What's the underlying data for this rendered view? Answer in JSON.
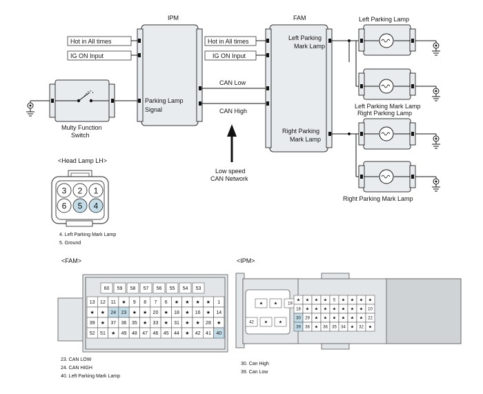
{
  "diagram": {
    "ipm_title": "IPM",
    "fam_title": "FAM",
    "hot_all_times_1": "Hot in All times",
    "ig_on_input_1": "IG ON Input",
    "hot_all_times_2": "Hot in All times",
    "ig_on_input_2": "IG ON Input",
    "parking_lamp_signal_1": "Parking Lamp",
    "parking_lamp_signal_2": "Signal",
    "can_low": "CAN Low",
    "can_high": "CAN High",
    "low_speed_1": "Low speed",
    "low_speed_2": "CAN Network",
    "fam_left_1": "Left Parking",
    "fam_left_2": "Mark Lamp",
    "fam_right_1": "Right Parking",
    "fam_right_2": "Mark Lamp",
    "left_parking_lamp": "Left Parking Lamp",
    "left_parking_mark_lamp": "Left Parking Mark Lamp",
    "right_parking_lamp": "Right Parking Lamp",
    "right_parking_mark_lamp": "Right Parking Mark Lamp",
    "mfs_1": "Multy Function",
    "mfs_2": "Switch"
  },
  "headlamp": {
    "title": "<Head Lamp LH>",
    "pins_top": [
      "3",
      "2",
      "1"
    ],
    "pins_bottom": [
      "6",
      "5",
      "4"
    ],
    "note_1": "4. Left Parking Mark Lamp",
    "note_2": "5. Ground"
  },
  "fam_connector": {
    "title": "<FAM>",
    "top_row": [
      "60",
      "59",
      "58",
      "57",
      "56",
      "55",
      "54",
      "53"
    ],
    "row1": [
      "13",
      "12",
      "11",
      "★",
      "9",
      "8",
      "7",
      "6",
      "★",
      "★",
      "★",
      "★",
      "1"
    ],
    "row2": [
      "★",
      "★",
      "24",
      "23",
      "★",
      "★",
      "20",
      "★",
      "18",
      "★",
      "16",
      "★",
      "14"
    ],
    "row3": [
      "39",
      "★",
      "37",
      "36",
      "35",
      "★",
      "33",
      "★",
      "31",
      "★",
      "★",
      "28",
      "★"
    ],
    "row4": [
      "52",
      "51",
      "★",
      "49",
      "48",
      "47",
      "46",
      "45",
      "44",
      "★",
      "42",
      "41",
      "40"
    ],
    "note_1": "23. CAN LOW",
    "note_2": "24. CAN HIGH",
    "note_3": "40. Left Parking Mark Lamp"
  },
  "ipm_connector": {
    "title": "<IPM>",
    "left_top": [
      "★",
      "★",
      "19"
    ],
    "left_bottom": [
      "42",
      "★",
      "★"
    ],
    "row1": [
      "★",
      "★",
      "★",
      "★",
      "5",
      "★",
      "★",
      "★",
      "★"
    ],
    "row2": [
      "18",
      "★",
      "★",
      "★",
      "★",
      "★",
      "★",
      "★",
      "10"
    ],
    "row3": [
      "30",
      "29",
      "★",
      "★",
      "★",
      "★",
      "★",
      "★",
      "22"
    ],
    "row4": [
      "39",
      "38",
      "★",
      "36",
      "35",
      "34",
      "★",
      "32",
      "★"
    ],
    "note_1": "30. Can High",
    "note_2": "39. Can Low"
  },
  "colors": {
    "highlight": "#c2dde8",
    "module_fill": "#e9ecef"
  }
}
